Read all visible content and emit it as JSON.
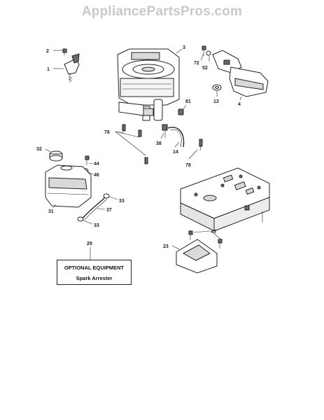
{
  "watermark": "AppliancePartsPros.com",
  "callouts": {
    "c1": "1",
    "c2": "2",
    "c3": "3",
    "c4": "4",
    "c13": "13",
    "c14": "14",
    "c23": "23",
    "c29": "29",
    "c31": "31",
    "c32": "32",
    "c33a": "33",
    "c33b": "33",
    "c37": "37",
    "c38": "38",
    "c44": "44",
    "c45": "45",
    "c46": "46",
    "c52": "52",
    "c72": "72",
    "c78a": "78",
    "c78b": "78",
    "c81": "81"
  },
  "optional_box": {
    "title": "OPTIONAL EQUIPMENT",
    "subtitle": "Spark Arrester"
  }
}
